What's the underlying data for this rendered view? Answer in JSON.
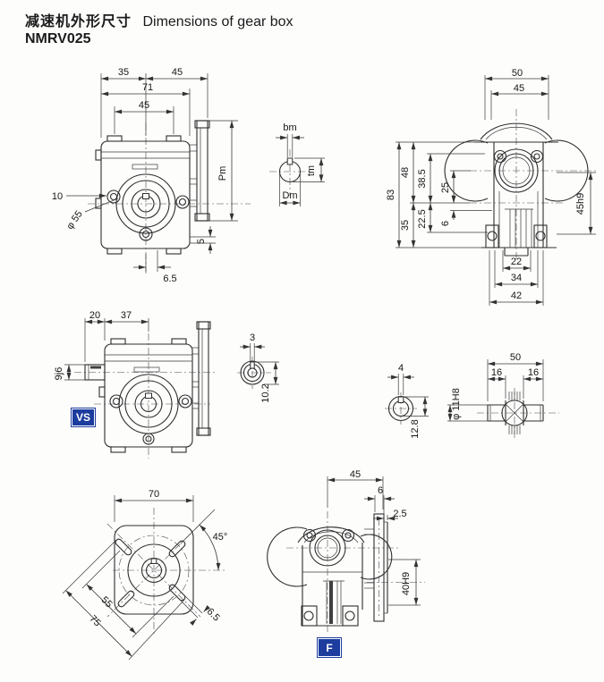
{
  "header": {
    "title_cn": "减速机外形尺寸",
    "title_en": "Dimensions of gear box",
    "model": "NMRV025"
  },
  "tags": {
    "vs": "VS",
    "f": "F"
  },
  "colors": {
    "tag_bg": "#1c3c9e",
    "tag_text": "#ffffff",
    "line": "#2e2e2e"
  },
  "views": {
    "front": {
      "w35": "35",
      "w45": "45",
      "w71": "71",
      "bolt45": "45",
      "pm": "Pm",
      "h5": "5",
      "b65": "6.5",
      "d10": "10",
      "phi55": "φ 55"
    },
    "motor_shaft": {
      "bm": "bm",
      "tm": "tm",
      "dm": "Dm"
    },
    "side": {
      "t50": "50",
      "t45": "45",
      "h83": "83",
      "h48": "48",
      "h35": "35",
      "h385": "38.5",
      "h225": "22.5",
      "h25": "25",
      "h6": "6",
      "s45h9": "45h9",
      "b22": "22",
      "b34": "34",
      "b42": "42"
    },
    "vs": {
      "t20": "20",
      "t37": "37",
      "s9j6": "9j6"
    },
    "input_end": {
      "k3": "3",
      "d102": "10.2"
    },
    "bore": {
      "k4": "4",
      "d128": "12.8"
    },
    "worm": {
      "t50": "50",
      "l16": "16",
      "r16": "16",
      "phi11": "φ 11H8"
    },
    "flange": {
      "t70": "70",
      "a45": "45°",
      "d55": "55",
      "d75": "75",
      "s65": "6.5"
    },
    "fview": {
      "t45": "45",
      "s6": "6",
      "s25": "2.5",
      "b40h9": "40H9"
    }
  }
}
